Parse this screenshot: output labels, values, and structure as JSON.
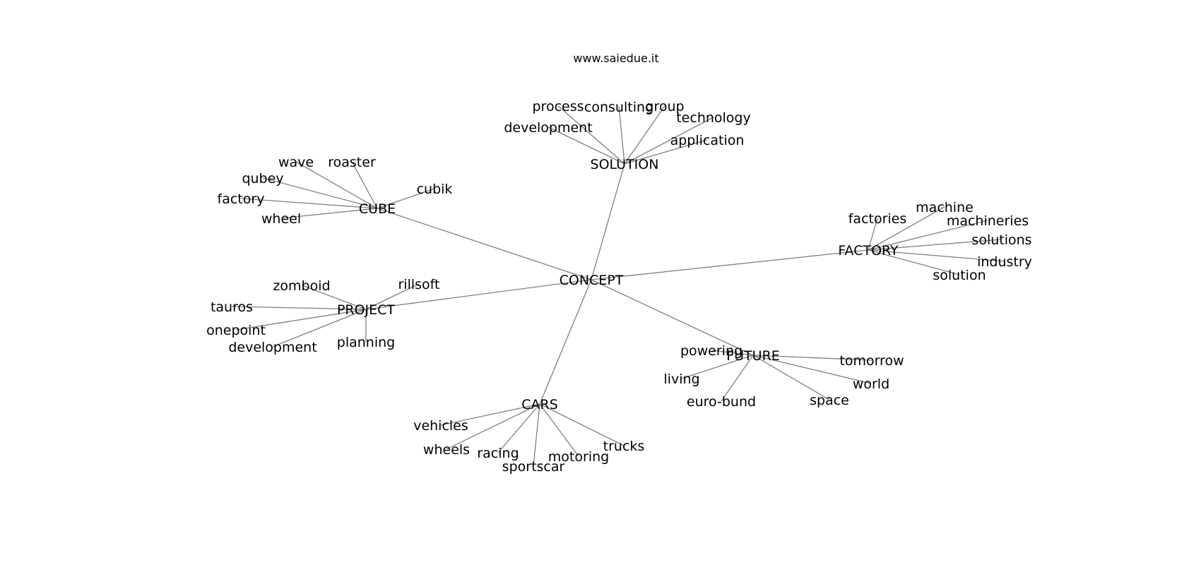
{
  "title": "www.saiedue.it",
  "colors": {
    "edge": "#808080",
    "text": "#000000",
    "background": "#ffffff"
  },
  "graph": {
    "root": "CONCEPT",
    "hubs": [
      {
        "label": "SOLUTION",
        "leaves": [
          "process",
          "consulting",
          "group",
          "technology",
          "development",
          "application"
        ]
      },
      {
        "label": "CUBE",
        "leaves": [
          "wave",
          "roaster",
          "qubey",
          "cubik",
          "factory",
          "wheel"
        ]
      },
      {
        "label": "FACTORY",
        "leaves": [
          "factories",
          "machine",
          "machineries",
          "solutions",
          "industry",
          "solution"
        ]
      },
      {
        "label": "PROJECT",
        "leaves": [
          "zomboid",
          "rillsoft",
          "tauros",
          "onepoint",
          "development",
          "planning"
        ]
      },
      {
        "label": "FUTURE",
        "leaves": [
          "powering",
          "tomorrow",
          "living",
          "world",
          "euro-bund",
          "space"
        ]
      },
      {
        "label": "CARS",
        "leaves": [
          "vehicles",
          "wheels",
          "racing",
          "sportscar",
          "motoring",
          "trucks"
        ]
      }
    ]
  }
}
